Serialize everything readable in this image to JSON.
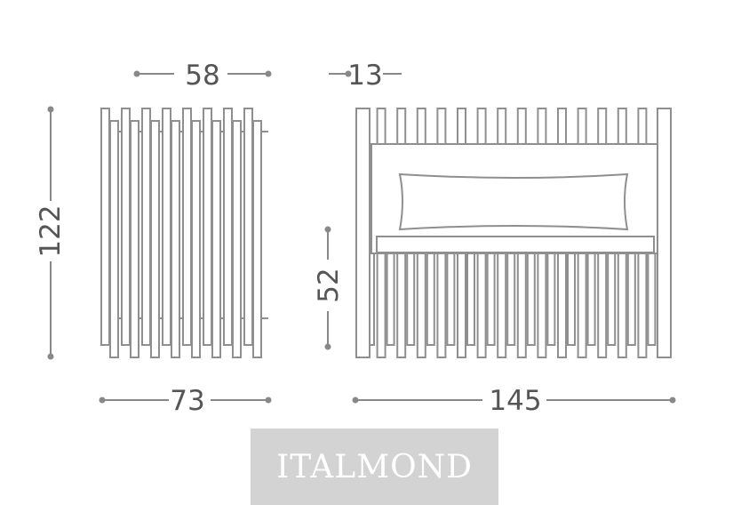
{
  "dimensions": {
    "side_depth_top": "58",
    "slat_width": "13",
    "height": "122",
    "seat_height": "52",
    "side_depth_bottom": "73",
    "front_width": "145"
  },
  "logo": {
    "text": "ITALMOND"
  },
  "colors": {
    "line": "#8f8f8f",
    "dim_line": "#888888",
    "text": "#555555",
    "logo_bg": "#d3d3d3",
    "logo_text": "#ffffff"
  }
}
